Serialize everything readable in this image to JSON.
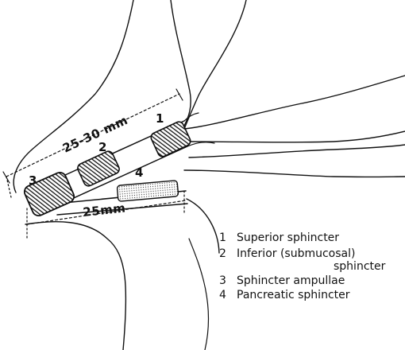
{
  "dimensions": {
    "upper": "25-30 mm",
    "lower": "25mm"
  },
  "part_numbers": [
    "1",
    "2",
    "3",
    "4"
  ],
  "legend": [
    {
      "num": "1",
      "text": "Superior sphincter"
    },
    {
      "num": "2",
      "text": "Inferior (submucosal)"
    },
    {
      "num": "",
      "text": "sphincter"
    },
    {
      "num": "3",
      "text": "Sphincter ampullae"
    },
    {
      "num": "4",
      "text": "Pancreatic sphincter"
    }
  ]
}
